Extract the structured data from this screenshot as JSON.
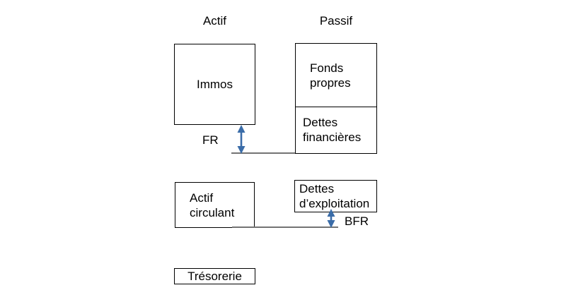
{
  "headers": {
    "left": "Actif",
    "right": "Passif"
  },
  "boxes": {
    "immos": {
      "label": "Immos"
    },
    "fonds_propres": {
      "label": "Fonds\npropres"
    },
    "dettes_financieres": {
      "label": "Dettes\nfinancières"
    },
    "actif_circulant": {
      "label": "Actif\ncirculant"
    },
    "dettes_exploitation": {
      "label": "Dettes\nd’exploitation"
    },
    "tresorerie": {
      "label": "Trésorerie"
    }
  },
  "annotations": {
    "fr": "FR",
    "bfr": "BFR"
  },
  "colors": {
    "arrow_blue": "#3a6ca8",
    "baseline_gray": "#737373",
    "box_border": "#000000",
    "background": "#ffffff"
  }
}
